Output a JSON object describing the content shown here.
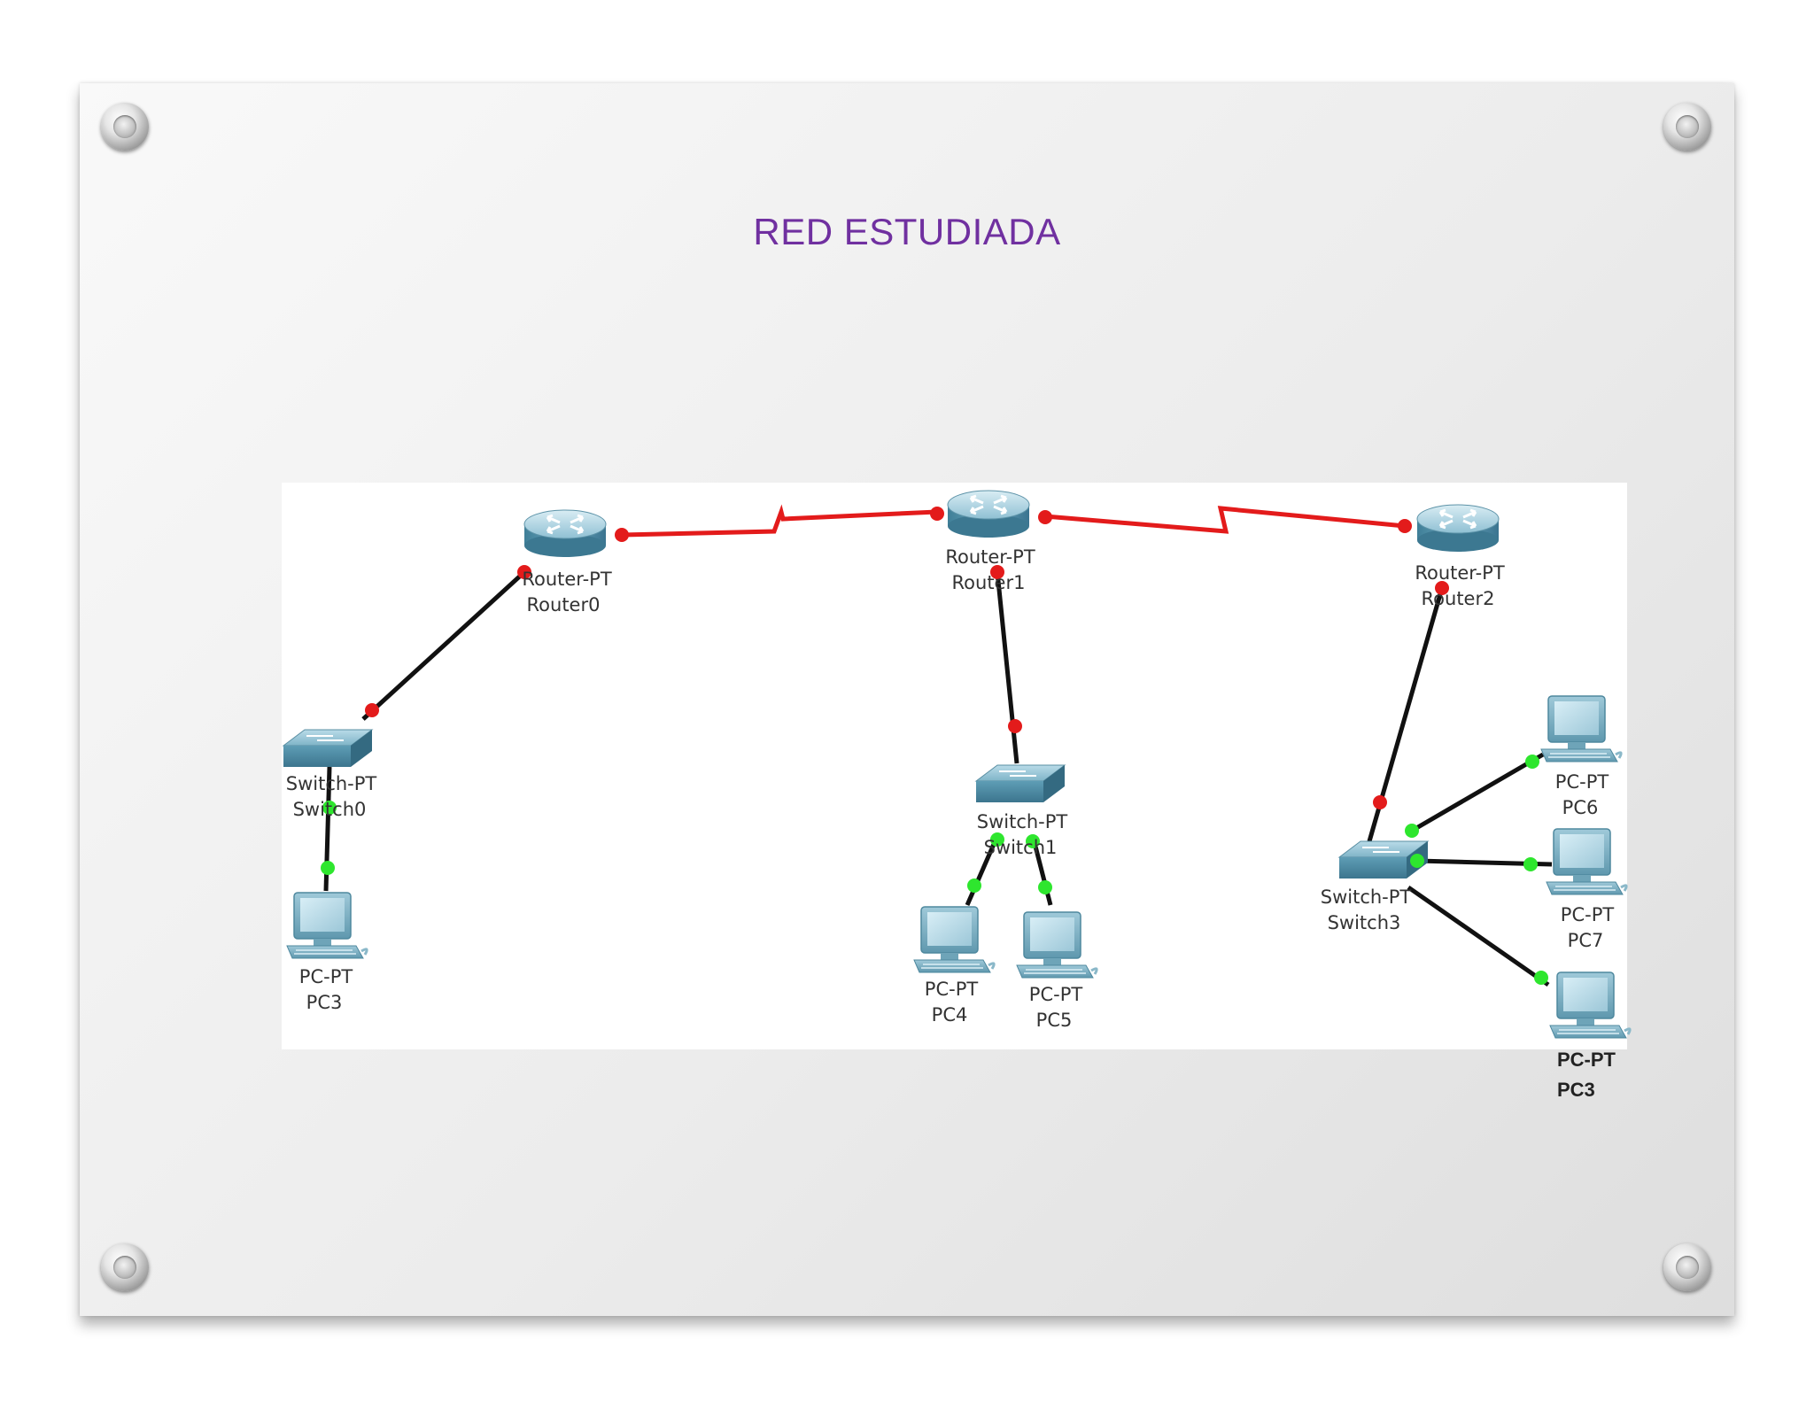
{
  "slide": {
    "title": "RED ESTUDIADA",
    "title_color": "#7030a0"
  },
  "diagram": {
    "colors": {
      "serial_link": "#e31b1b",
      "ethernet_link": "#111111",
      "port_down": "#e31b1b",
      "port_up": "#2ee62e",
      "device_body": "#5e9db5"
    },
    "nodes": {
      "router0": {
        "model": "Router-PT",
        "name": "Router0",
        "icon": "router-icon"
      },
      "router1": {
        "model": "Router-PT",
        "name": "Router1",
        "icon": "router-icon"
      },
      "router2": {
        "model": "Router-PT",
        "name": "Router2",
        "icon": "router-icon"
      },
      "switch0": {
        "model": "Switch-PT",
        "name": "Switch0",
        "icon": "switch-icon"
      },
      "switch1": {
        "model": "Switch-PT",
        "name": "Switch1",
        "icon": "switch-icon"
      },
      "switch3": {
        "model": "Switch-PT",
        "name": "Switch3",
        "icon": "switch-icon"
      },
      "pc3": {
        "model": "PC-PT",
        "name": "PC3",
        "icon": "pc-icon"
      },
      "pc4": {
        "model": "PC-PT",
        "name": "PC4",
        "icon": "pc-icon"
      },
      "pc5": {
        "model": "PC-PT",
        "name": "PC5",
        "icon": "pc-icon"
      },
      "pc6": {
        "model": "PC-PT",
        "name": "PC6",
        "icon": "pc-icon"
      },
      "pc7": {
        "model": "PC-PT",
        "name": "PC7",
        "icon": "pc-icon"
      },
      "pc3b": {
        "model": "PC-PT",
        "name": "PC3",
        "icon": "pc-icon"
      }
    },
    "links": [
      {
        "from": "Router0",
        "to": "Router1",
        "type": "serial"
      },
      {
        "from": "Router1",
        "to": "Router2",
        "type": "serial"
      },
      {
        "from": "Router0",
        "to": "Switch0",
        "type": "ethernet"
      },
      {
        "from": "Router1",
        "to": "Switch1",
        "type": "ethernet"
      },
      {
        "from": "Router2",
        "to": "Switch3",
        "type": "ethernet"
      },
      {
        "from": "Switch0",
        "to": "PC3",
        "type": "ethernet"
      },
      {
        "from": "Switch1",
        "to": "PC4",
        "type": "ethernet"
      },
      {
        "from": "Switch1",
        "to": "PC5",
        "type": "ethernet"
      },
      {
        "from": "Switch3",
        "to": "PC6",
        "type": "ethernet"
      },
      {
        "from": "Switch3",
        "to": "PC7",
        "type": "ethernet"
      },
      {
        "from": "Switch3",
        "to": "PC3",
        "type": "ethernet"
      }
    ]
  }
}
